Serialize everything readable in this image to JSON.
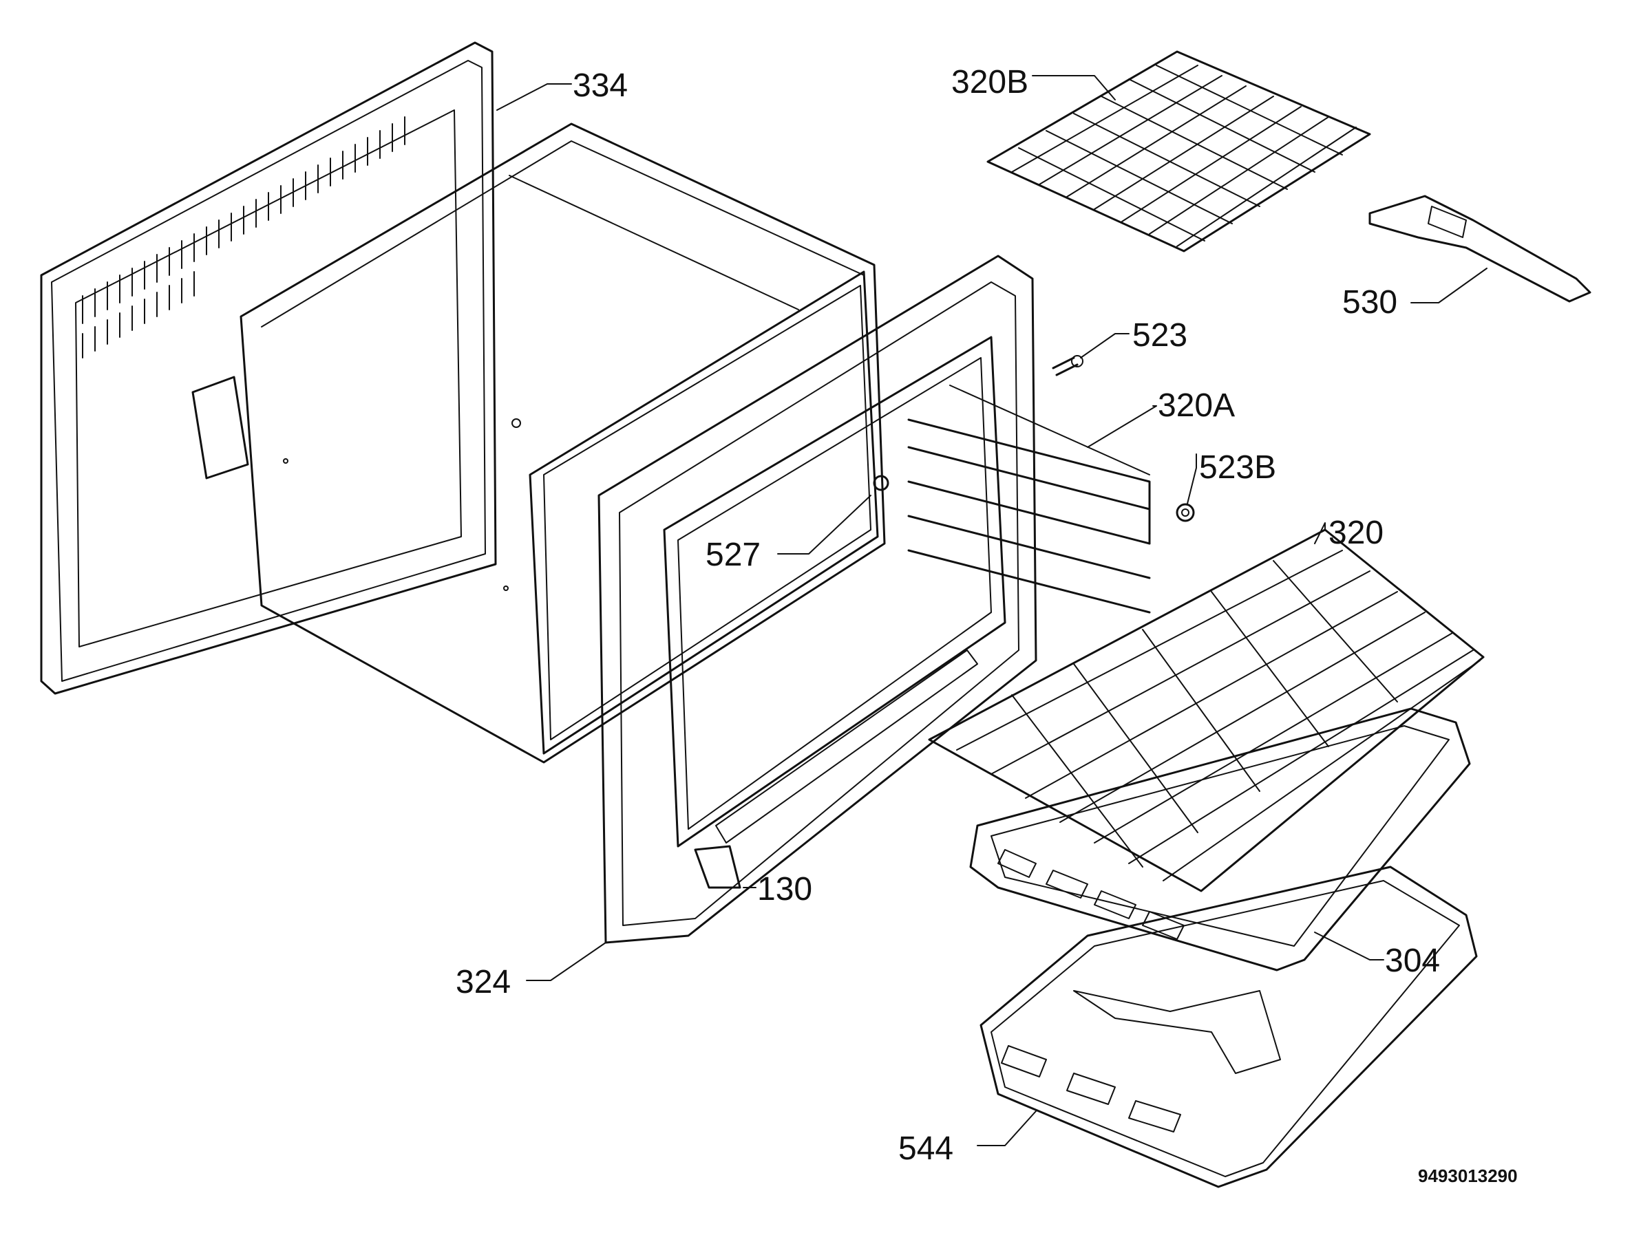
{
  "labels": {
    "p334": "334",
    "p320b": "320B",
    "p530": "530",
    "p523": "523",
    "p320a": "320A",
    "p523b": "523B",
    "p320": "320",
    "p527": "527",
    "p130": "130",
    "p324": "324",
    "p304": "304",
    "p544": "544"
  },
  "drawing_number": "9493013290"
}
